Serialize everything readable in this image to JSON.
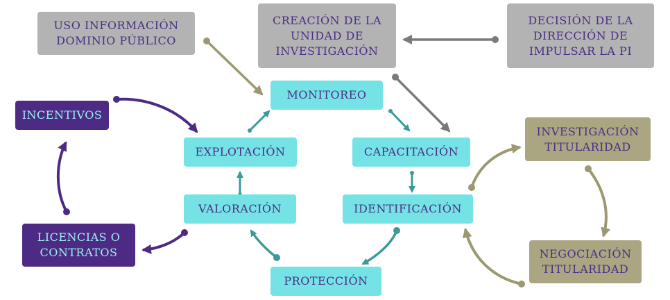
{
  "nodes": {
    "uso": "USO INFORMACIÓN\nDOMINIO PÚBLICO",
    "creacion": "CREACIÓN DE LA\nUNIDAD DE\nINVESTIGACIÓN",
    "decision": "DECISIÓN DE LA\nDIRECCIÓN DE\nIMPULSAR LA PI",
    "monitoreo": "MONITOREO",
    "explotacion": "EXPLOTACIÓN",
    "capacitacion": "CAPACITACIÓN",
    "valoracion": "VALORACIÓN",
    "identificacion": "IDENTIFICACIÓN",
    "proteccion": "PROTECCIÓN",
    "incentivos": "INCENTIVOS",
    "licencias": "LICENCIAS O\nCONTRATOS",
    "investigacion": "INVESTIGACIÓN\nTITULARIDAD",
    "negociacion": "NEGOCIACIÓN\nTITULARIDAD"
  },
  "colors": {
    "cyan": "#75e3e5",
    "gray": "#b3b3b3",
    "purple": "#4d2b84",
    "olive": "#aaa682",
    "teal_arrow": "#3a9a98",
    "gray_arrow": "#7a7a7a",
    "olive_arrow": "#9c9870",
    "purple_arrow": "#4d2b84"
  }
}
